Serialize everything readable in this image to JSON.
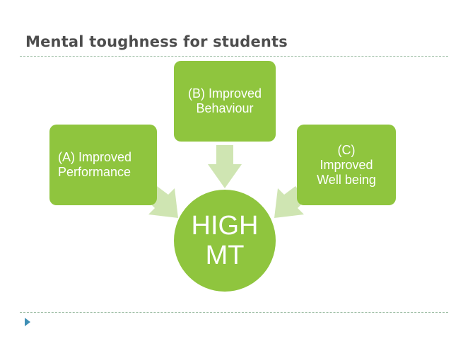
{
  "slide": {
    "title": "Mental toughness for students"
  },
  "diagram": {
    "center": {
      "label": "HIGH\nMT"
    },
    "nodes": [
      {
        "id": "a",
        "label": "(A) Improved\nPerformance"
      },
      {
        "id": "b",
        "label": "(B) Improved\nBehaviour"
      },
      {
        "id": "c",
        "label": "(C)\nImproved\nWell being"
      }
    ]
  },
  "colors": {
    "node_fill": "#8fc53e",
    "arrow_fill": "#cfe5b2",
    "title_text": "#4d4d4d",
    "rule": "#9fbfa6",
    "bullet": "#3f8fb5"
  }
}
